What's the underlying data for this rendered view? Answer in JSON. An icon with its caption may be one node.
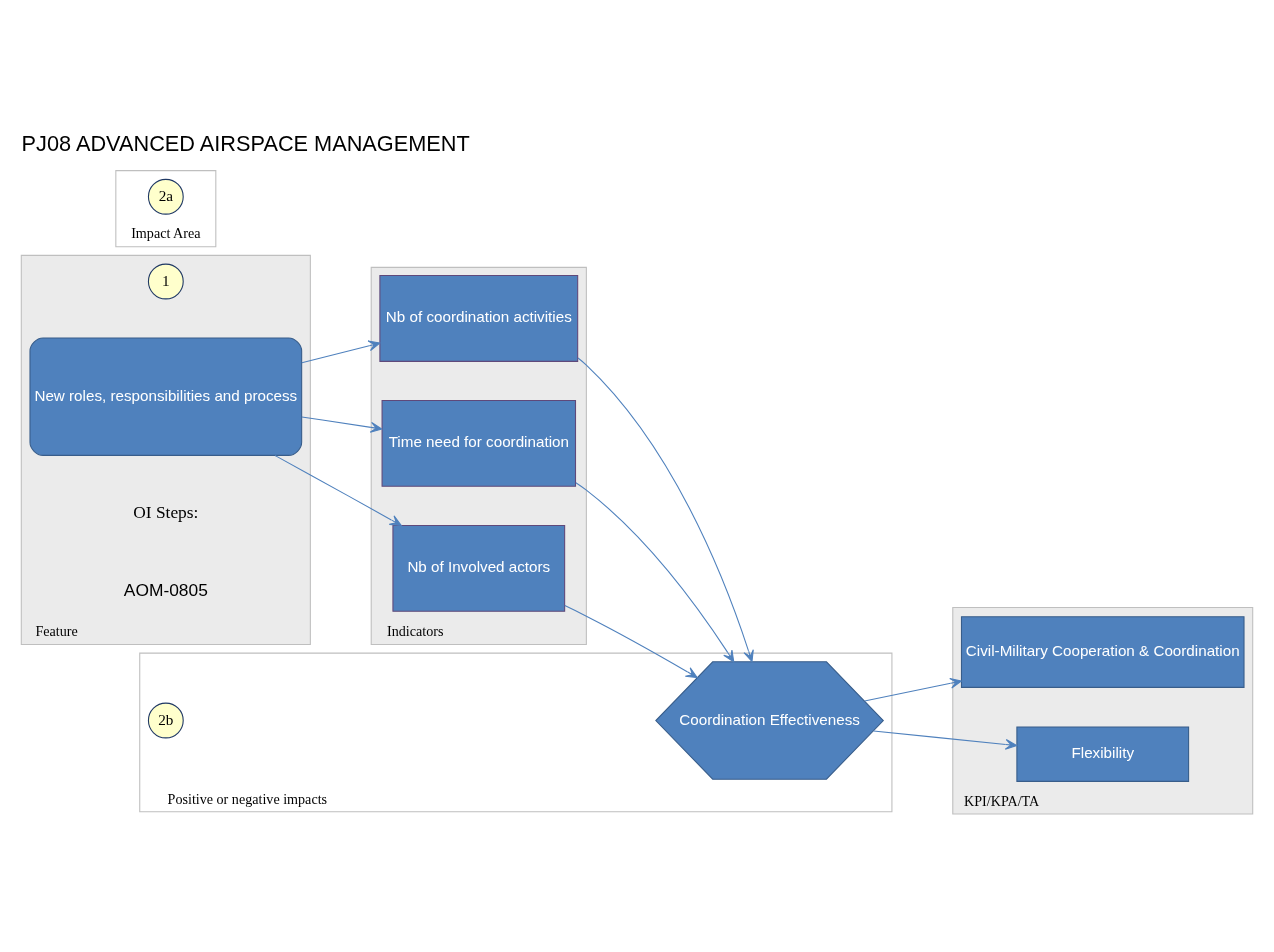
{
  "diagram": {
    "title": "PJ08 ADVANCED AIRSPACE MANAGEMENT",
    "nodes": [
      {
        "text": [
          "Feature"
        ]
      },
      {
        "text": [
          "1"
        ],
        "in": 0
      },
      {
        "text": [
          "New roles, responsibilities and process"
        ],
        "in": 0
      },
      {
        "text": [
          "Impact Area"
        ]
      },
      {
        "text": [
          "2a"
        ],
        "in": 3
      },
      {
        "text": [
          "Indicators"
        ]
      },
      {
        "text": [
          "Nb of coordination activities"
        ],
        "in": 5
      },
      {
        "text": [
          "Time need for coordination"
        ],
        "in": 5
      },
      {
        "text": [
          "Nb of Involved actors"
        ],
        "in": 5
      },
      {
        "text": [
          "Positive or negative impacts"
        ]
      },
      {
        "text": [
          "2b"
        ],
        "in": 9
      },
      {
        "text": [
          "Coordination Effectiveness"
        ],
        "in": 9
      },
      {
        "text": [
          "KPI/KPA/TA"
        ]
      },
      {
        "text": [
          "Civil-Military Cooperation & Coordination"
        ],
        "in": 12
      },
      {
        "text": [
          "Flexibility"
        ],
        "in": 12
      }
    ],
    "edges": [
      {
        "from": 2,
        "to": 6,
        "arrow": "to"
      },
      {
        "from": 2,
        "to": 7,
        "arrow": "to"
      },
      {
        "from": 2,
        "to": 8,
        "arrow": "to"
      },
      {
        "from": 6,
        "to": 11,
        "arrow": "to"
      },
      {
        "from": 7,
        "to": 11,
        "arrow": "to"
      },
      {
        "from": 8,
        "to": 11,
        "arrow": "to"
      },
      {
        "from": 11,
        "to": 13,
        "arrow": "to"
      },
      {
        "from": 11,
        "to": 14,
        "arrow": "to"
      }
    ],
    "labels": [
      "OI Steps:",
      "AOM-0805"
    ]
  }
}
